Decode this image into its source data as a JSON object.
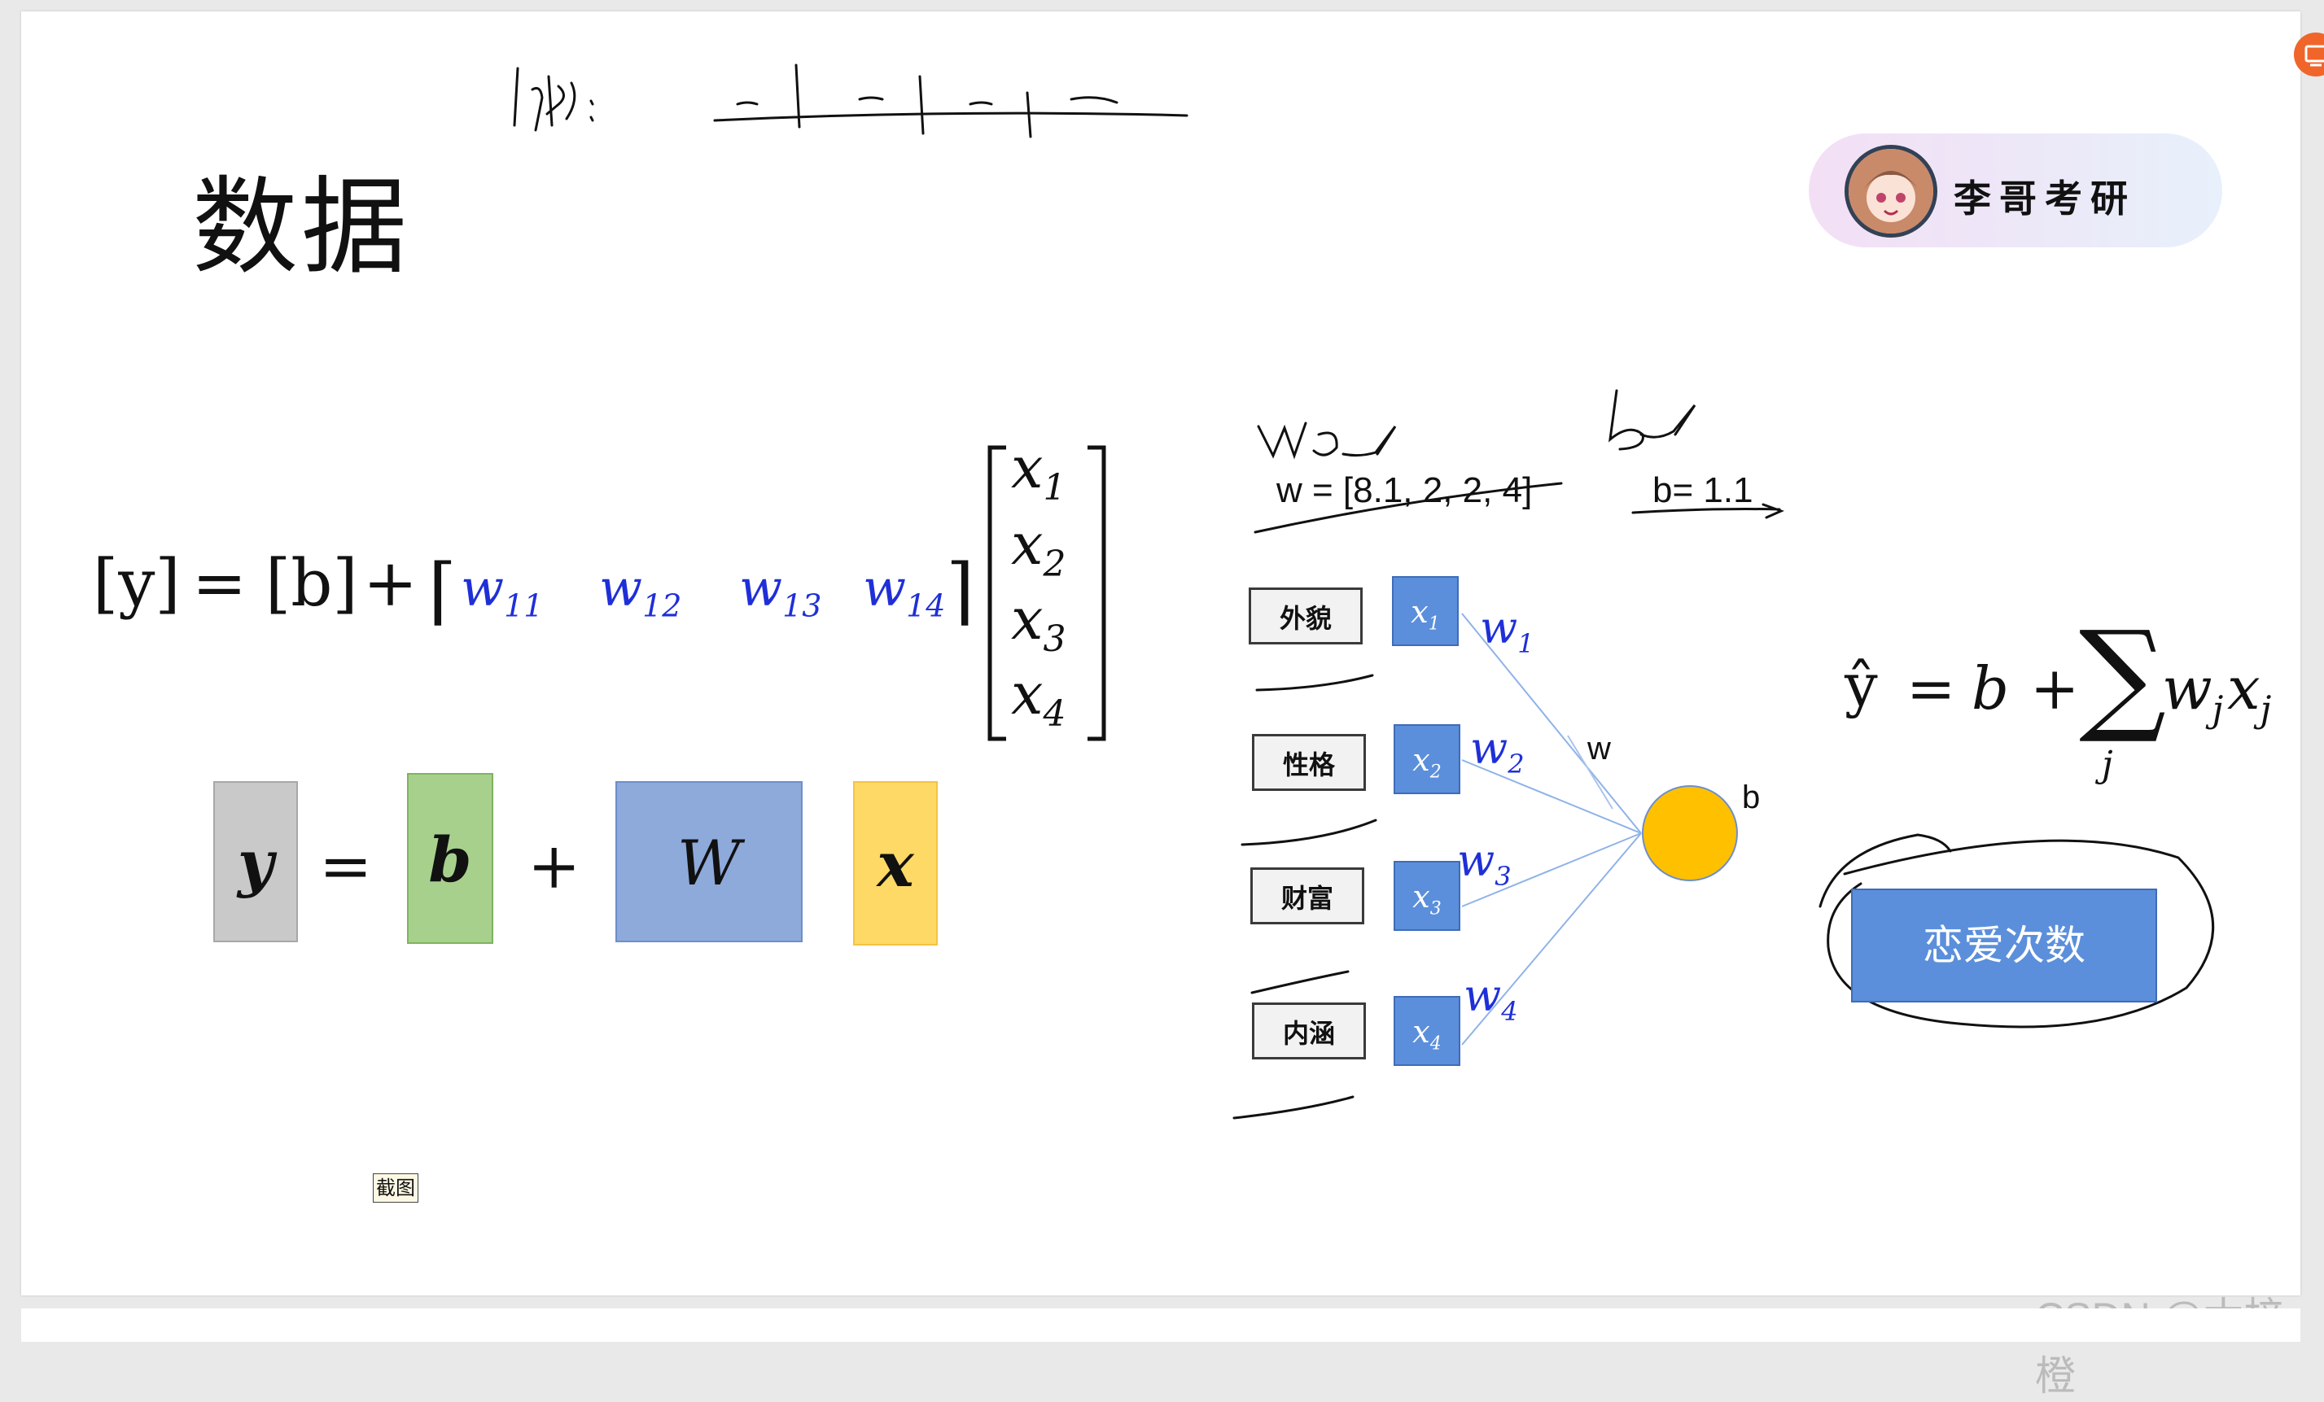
{
  "page": {
    "title": "数据",
    "handwritten_top": "1排:"
  },
  "brand": {
    "name": "李哥考研",
    "avatar_icon": "anime-girl-avatar-icon"
  },
  "equation": {
    "lhs": "[y]",
    "equals": "=",
    "b_term": "[b]",
    "plus": "+",
    "w_terms": [
      "w",
      "w",
      "w",
      "w"
    ],
    "w_subs": [
      "11",
      "12",
      "13",
      "14"
    ],
    "x_terms": [
      "x",
      "x",
      "x",
      "x"
    ],
    "x_subs": [
      "1",
      "2",
      "3",
      "4"
    ]
  },
  "matrix_blocks": {
    "y": {
      "label": "y",
      "color": "#c9c9c9"
    },
    "equals": "=",
    "b": {
      "label": "b",
      "color": "#a8d08d"
    },
    "plus": "+",
    "W": {
      "label": "W",
      "color": "#8eaadb"
    },
    "x": {
      "label": "x",
      "color": "#ffd966"
    }
  },
  "network": {
    "features": [
      "外貌",
      "性格",
      "财富",
      "内涵"
    ],
    "inputs": [
      "x",
      "x",
      "x",
      "x"
    ],
    "input_subs": [
      "1",
      "2",
      "3",
      "4"
    ],
    "weights": [
      "w",
      "w",
      "w",
      "w"
    ],
    "weight_subs": [
      "1",
      "2",
      "3",
      "4"
    ],
    "edge_label": "w",
    "bias_label": "b",
    "neuron_color": "#ffc000",
    "output": "恋爱次数"
  },
  "params": {
    "w_values": "w = [8.1, 2, 2, 4]",
    "b_value": "b= 1.1"
  },
  "formula": {
    "yhat": "ŷ",
    "eq": "=",
    "b": "b",
    "plus": "+",
    "sum_symbol": "∑",
    "sum_index": "j",
    "w": "w",
    "w_sub": "j",
    "x": "x",
    "x_sub": "j"
  },
  "ui": {
    "screenshot_label": "截图",
    "watermark": "CSDN @木梓橙",
    "corner_icon": "screen-share-icon"
  }
}
